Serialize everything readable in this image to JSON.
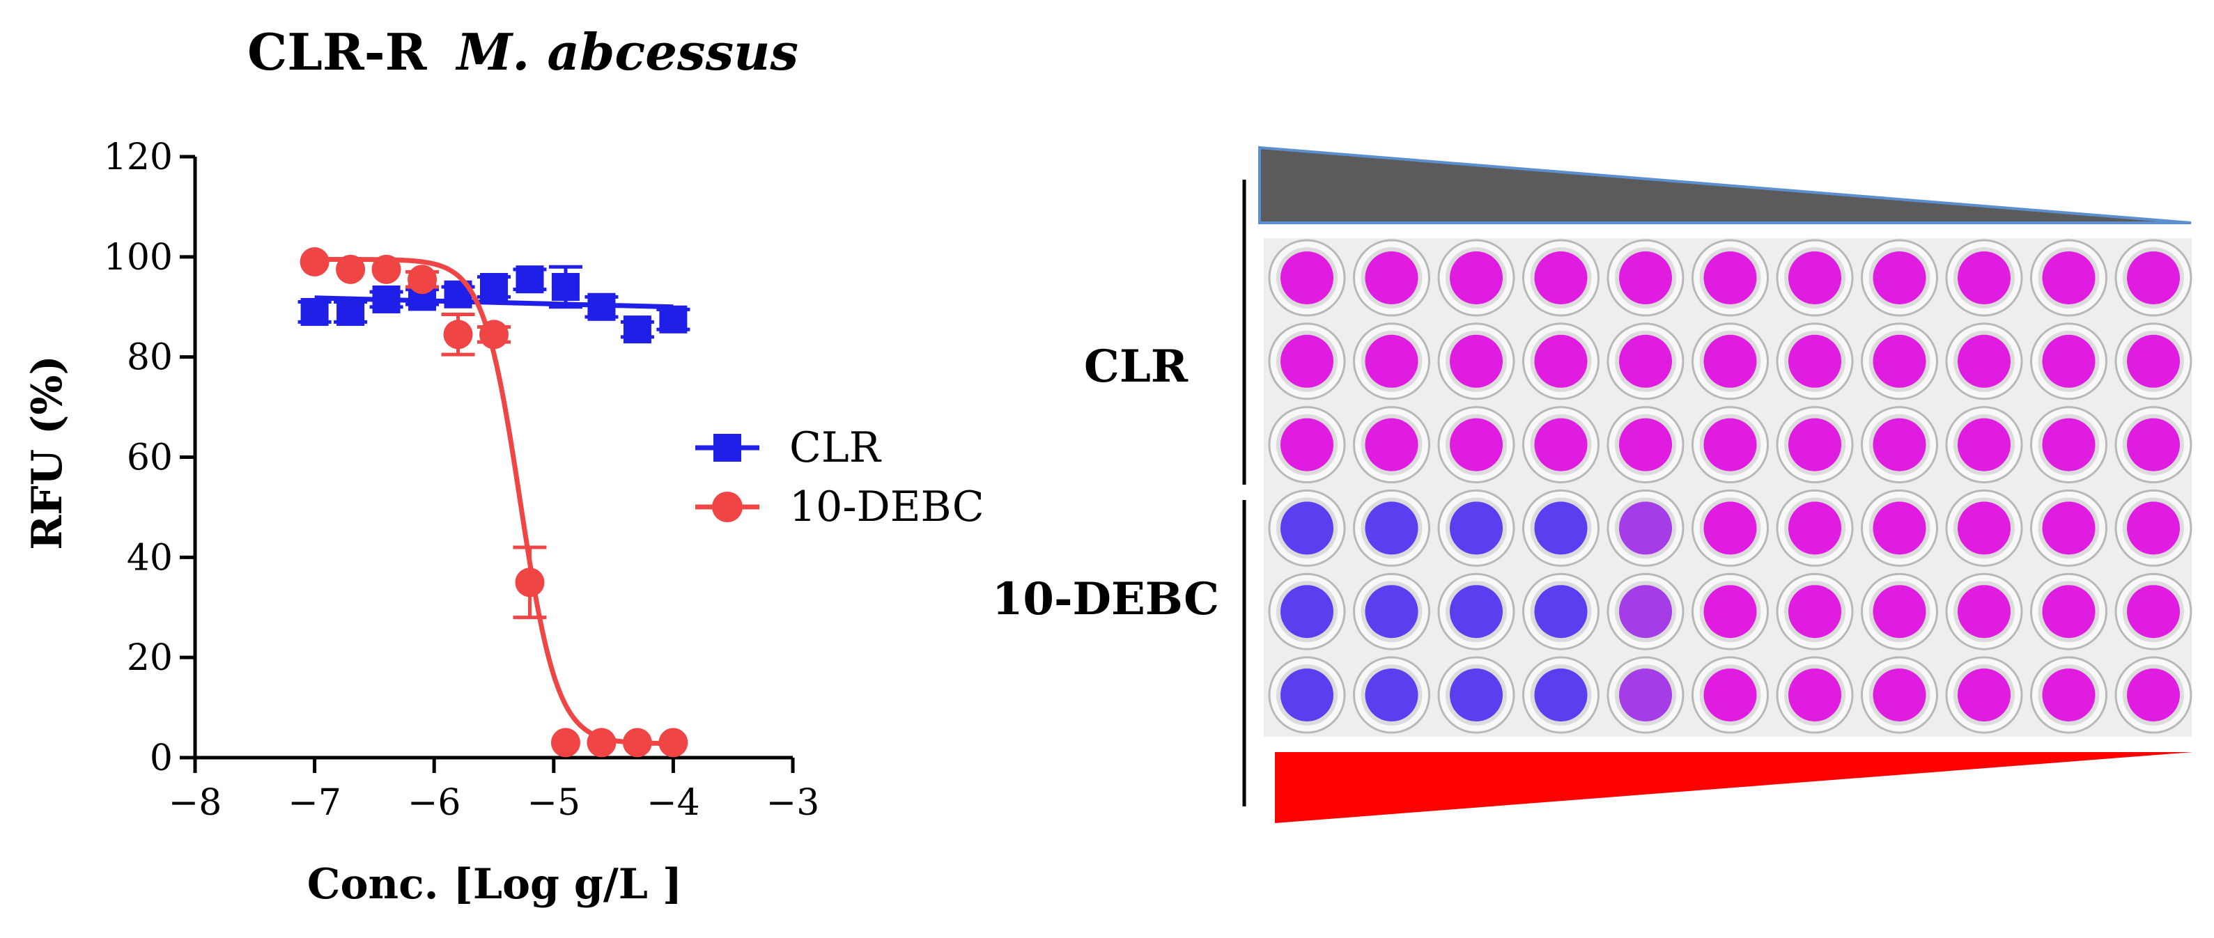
{
  "title_prefix": "CLR-R",
  "title_italic": "M. abcessus",
  "chart_data": {
    "type": "scatter",
    "title": "CLR-R M. abcessus",
    "xlabel": "Conc. [Log g/L ]",
    "ylabel": "RFU (%)",
    "xlim": [
      -8,
      -3
    ],
    "ylim": [
      0,
      120
    ],
    "xticks": [
      -8,
      -7,
      -6,
      -5,
      -4,
      -3
    ],
    "xtick_labels": [
      "−8",
      "−7",
      "−6",
      "−5",
      "−4",
      "−3"
    ],
    "yticks": [
      0,
      20,
      40,
      60,
      80,
      100,
      120
    ],
    "ytick_labels": [
      "0",
      "20",
      "40",
      "60",
      "80",
      "100",
      "120"
    ],
    "legend_position": "right",
    "series": [
      {
        "name": "CLR",
        "color": "#1f1fe8",
        "marker": "square",
        "x": [
          -7.0,
          -6.7,
          -6.4,
          -6.1,
          -5.8,
          -5.5,
          -5.2,
          -4.9,
          -4.6,
          -4.3,
          -4.0
        ],
        "y": [
          89,
          89,
          91.5,
          92,
          92.5,
          94,
          95.5,
          94,
          90,
          85.5,
          87.5
        ],
        "err": [
          2,
          2,
          1.5,
          1.5,
          1.5,
          2,
          2,
          4,
          2,
          1.5,
          2
        ],
        "fit": {
          "kind": "line",
          "x": [
            -7.0,
            -4.0
          ],
          "y": [
            91.8,
            90.0
          ]
        }
      },
      {
        "name": "10-DEBC",
        "color": "#f04545",
        "marker": "circle",
        "x": [
          -7.0,
          -6.7,
          -6.4,
          -6.1,
          -5.8,
          -5.5,
          -5.2,
          -4.9,
          -4.6,
          -4.3,
          -4.0
        ],
        "y": [
          99,
          97.5,
          97.5,
          95.5,
          84.5,
          84.5,
          35,
          3,
          3,
          3,
          3
        ],
        "err": [
          1,
          1,
          1,
          1.5,
          4,
          1.5,
          7,
          1,
          1,
          1,
          1
        ],
        "fit": {
          "kind": "sigmoid",
          "top": 99.5,
          "bottom": 2.8,
          "logEC50": -5.28,
          "hill": -2.8
        }
      }
    ]
  },
  "plate": {
    "row_labels": [
      "CLR",
      "10-DEBC"
    ],
    "rows": 6,
    "cols": 11,
    "colors": {
      "magenta": "#e01ce0",
      "violet": "#a43ce8",
      "blue": "#5a3ef0",
      "wedge_gray": "#5b5b5b",
      "wedge_red": "#ff0000"
    },
    "well_colors": [
      [
        "magenta",
        "magenta",
        "magenta",
        "magenta",
        "magenta",
        "magenta",
        "magenta",
        "magenta",
        "magenta",
        "magenta",
        "magenta"
      ],
      [
        "magenta",
        "magenta",
        "magenta",
        "magenta",
        "magenta",
        "magenta",
        "magenta",
        "magenta",
        "magenta",
        "magenta",
        "magenta"
      ],
      [
        "magenta",
        "magenta",
        "magenta",
        "magenta",
        "magenta",
        "magenta",
        "magenta",
        "magenta",
        "magenta",
        "magenta",
        "magenta"
      ],
      [
        "blue",
        "blue",
        "blue",
        "blue",
        "violet",
        "magenta",
        "magenta",
        "magenta",
        "magenta",
        "magenta",
        "magenta"
      ],
      [
        "blue",
        "blue",
        "blue",
        "blue",
        "violet",
        "magenta",
        "magenta",
        "magenta",
        "magenta",
        "magenta",
        "magenta"
      ],
      [
        "blue",
        "blue",
        "blue",
        "blue",
        "violet",
        "magenta",
        "magenta",
        "magenta",
        "magenta",
        "magenta",
        "magenta"
      ]
    ]
  }
}
